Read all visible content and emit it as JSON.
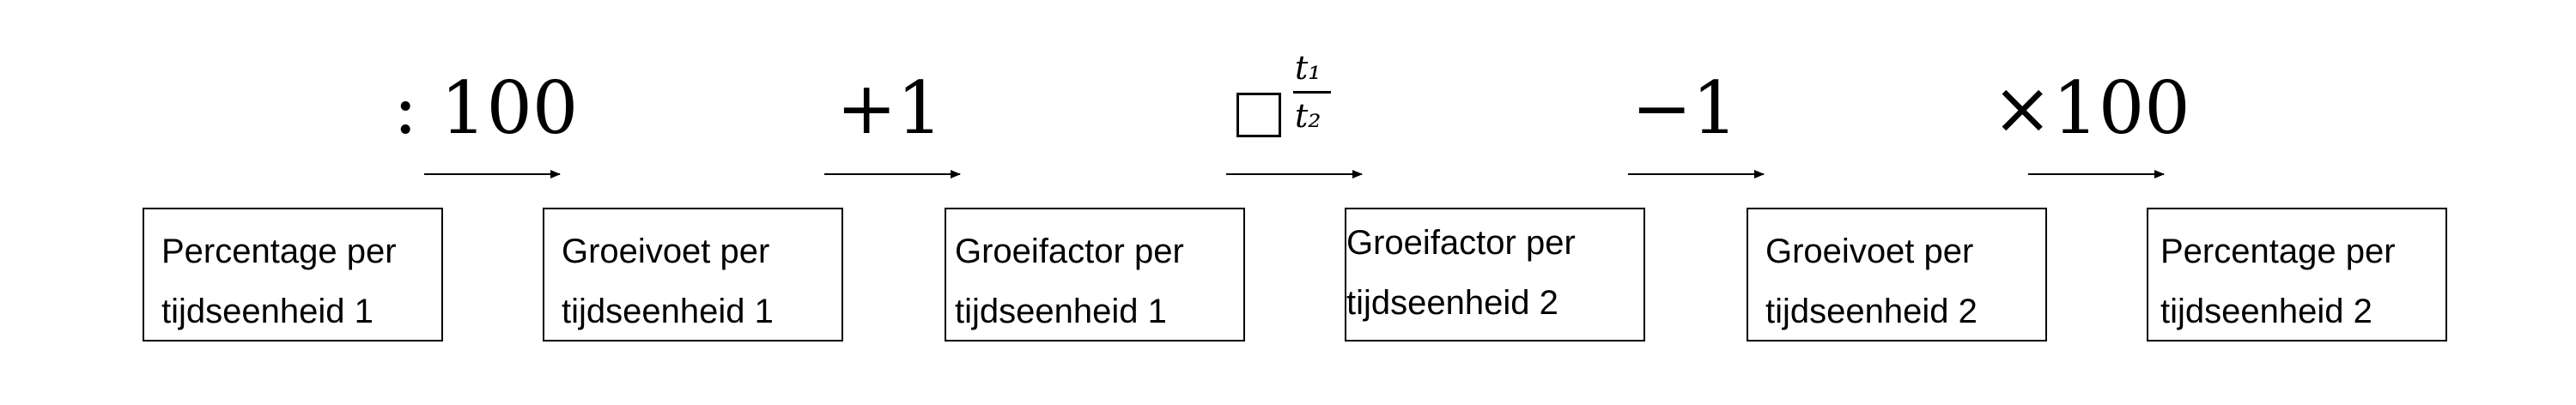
{
  "boxes": [
    {
      "line1": "Percentage per",
      "line2": "tijdseenheid 1"
    },
    {
      "line1": "Groeivoet per",
      "line2": "tijdseenheid 1"
    },
    {
      "line1": "Groeifactor per",
      "line2": "tijdseenheid 1"
    },
    {
      "line1": "Groeifactor per",
      "line2": "tijdseenheid 2"
    },
    {
      "line1": "Groeivoet per",
      "line2": "tijdseenheid 2"
    },
    {
      "line1": "Percentage per",
      "line2": "tijdseenheid 2"
    }
  ],
  "operations": {
    "op1": ": 100",
    "op2": "+1",
    "op3_num": "t₁",
    "op3_den": "t₂",
    "op4": "−1",
    "op5": "×100"
  },
  "colors": {
    "line": "#000000",
    "background": "#ffffff"
  }
}
